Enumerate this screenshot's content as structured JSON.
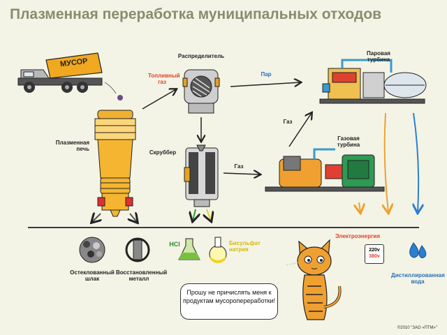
{
  "title": "Плазменная переработка муниципальных отходов",
  "truck_label": "МУСОР",
  "labels": {
    "fuel_gas": "Топливный газ",
    "distributor": "Распределитель",
    "steam": "Пар",
    "steam_turbine": "Паровая турбина",
    "gas_upper": "Газ",
    "plasma_furnace": "Плазменная печь",
    "scrubber": "Скруббер",
    "gas_lower": "Газ",
    "gas_turbine": "Газовая турбина"
  },
  "products": {
    "slag": "Остеклованный шлак",
    "metal": "Восстановленный металл",
    "hcl": "HCl",
    "sulfur": "Бисульфат натрия",
    "electricity": "Электроэнергия",
    "distilled_water": "Дистиллированная вода"
  },
  "meter": {
    "top": "220v",
    "bottom": "380v"
  },
  "cat_speech": "Прошу не причислять меня к продуктам мусоропереработки!",
  "copyright": "©2010 \"ЗАО «ПТМ»\""
}
